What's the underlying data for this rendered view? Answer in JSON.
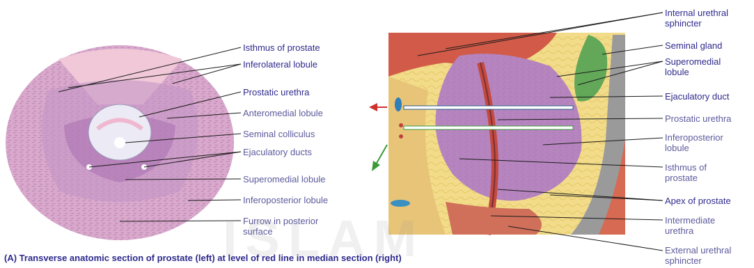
{
  "left_labels": {
    "isthmus": "Isthmus of prostate",
    "inferolateral": "Inferolateral lobule",
    "urethra": "Prostatic urethra",
    "anteromedial": "Anteromedial lobule",
    "colliculus": "Seminal colliculus",
    "ejaculatory_ducts": "Ejaculatory ducts",
    "superomedial": "Superomedial lobule",
    "inferoposterior": "Inferoposterior lobule",
    "furrow_1": "Furrow in posterior",
    "furrow_2": "surface"
  },
  "right_labels": {
    "int_sphincter_1": "Internal urethral",
    "int_sphincter_2": "sphincter",
    "seminal_gland": "Seminal gland",
    "superomedial_1": "Superomedial",
    "superomedial_2": "lobule",
    "ejaculatory_duct": "Ejaculatory duct",
    "prostatic_urethra": "Prostatic urethra",
    "inferoposterior_1": "Inferoposterior",
    "inferoposterior_2": "lobule",
    "isthmus_1": "Isthmus of",
    "isthmus_2": "prostate",
    "apex": "Apex of prostate",
    "intermediate_1": "Intermediate",
    "intermediate_2": "urethra",
    "ext_sphincter_1": "External urethral",
    "ext_sphincter_2": "sphincter"
  },
  "caption": "(A) Transverse anatomic section of prostate (left) at level of red line in median section (right)",
  "watermark": "ISLAM",
  "colors": {
    "label_dark": "#2e2a8c",
    "label_light": "#5c5a9c",
    "prostate_pink": "#d9a8cc",
    "isthmus_pink": "#f0c8d8",
    "lobe_purple": "#b685c0",
    "red_line": "#d03030",
    "green_line": "#3a9a3a"
  }
}
